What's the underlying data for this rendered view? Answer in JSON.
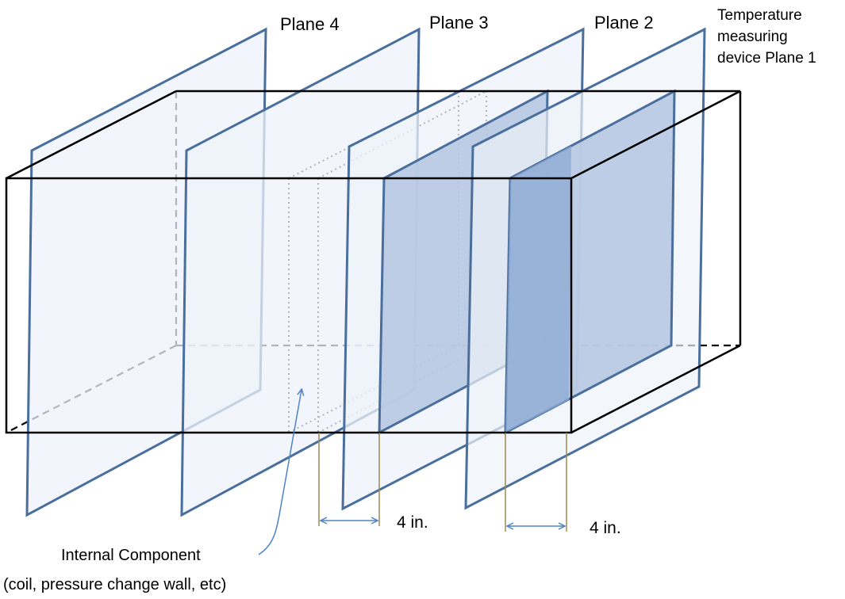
{
  "labels": {
    "plane4": "Plane 4",
    "plane3": "Plane 3",
    "plane2": "Plane 2",
    "plane1_line1": "Temperature",
    "plane1_line2": "measuring",
    "plane1_line3": "device Plane 1",
    "dim_left": "4 in.",
    "dim_right": "4 in.",
    "component_line1": "Internal Component",
    "component_line2": "(coil, pressure change wall, etc)"
  },
  "colors": {
    "plane_fill": "#eef2f9",
    "plane_stroke": "#4a6f9c",
    "plane_dark_fill": "#b7c9e2",
    "overlap_fill": "#8eaad3",
    "duct_stroke": "#000000",
    "arrow": "#4f83c4",
    "dim_line": "#9a8a55"
  }
}
